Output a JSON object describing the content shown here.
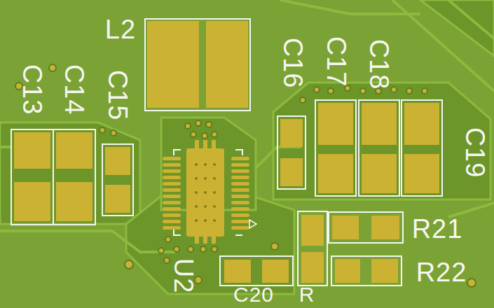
{
  "diagram": {
    "labels": [
      "L2",
      "C13",
      "C14",
      "C15",
      "C16",
      "C17",
      "C18",
      "C19",
      "R21",
      "R22",
      "U2",
      "C20",
      "R"
    ]
  }
}
